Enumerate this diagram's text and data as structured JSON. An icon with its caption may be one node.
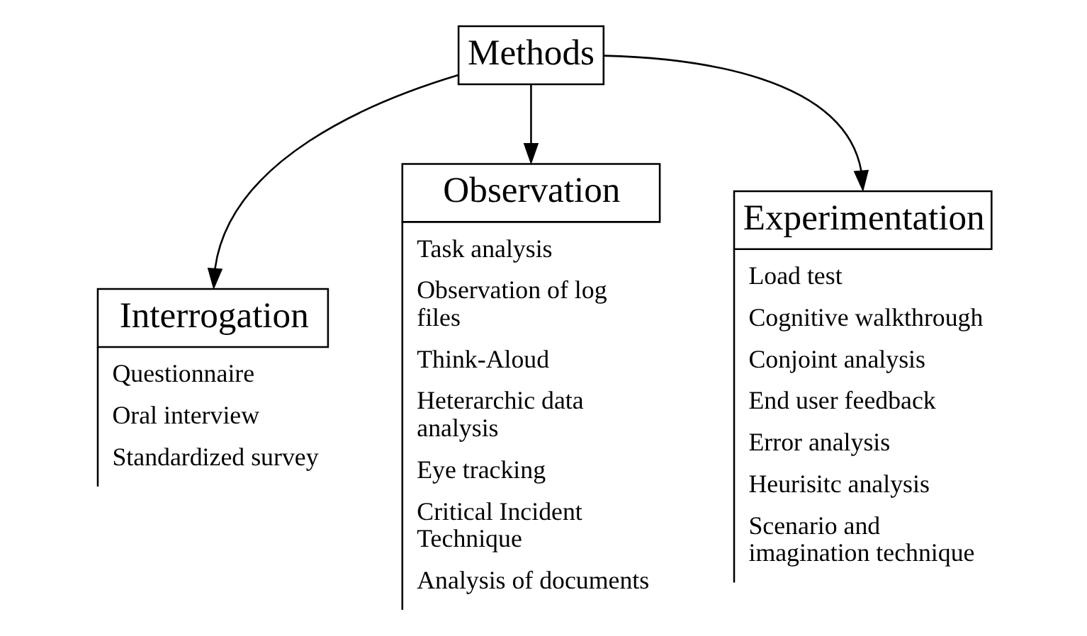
{
  "diagram": {
    "nodes": [
      {
        "text": [
          "Methods"
        ]
      },
      {
        "text": [
          "Interrogation",
          "Questionnaire",
          "Oral interview",
          "Standardized survey"
        ]
      },
      {
        "text": [
          "Observation",
          "Task analysis",
          "Observation of log files",
          "Think-Aloud",
          "Heterarchic data analysis",
          "Eye tracking",
          "Critical Incident Technique",
          "Analysis of documents"
        ]
      },
      {
        "text": [
          "Experimentation",
          "Load test",
          "Cognitive walkthrough",
          "Conjoint analysis",
          "End user feedback",
          "Error analysis",
          "Heurisitc analysis",
          "Scenario and imagination technique"
        ]
      }
    ],
    "edges": [
      {
        "from": 0,
        "to": 1,
        "arrow": "to"
      },
      {
        "from": 0,
        "to": 2,
        "arrow": "to"
      },
      {
        "from": 0,
        "to": 3,
        "arrow": "to"
      }
    ]
  }
}
